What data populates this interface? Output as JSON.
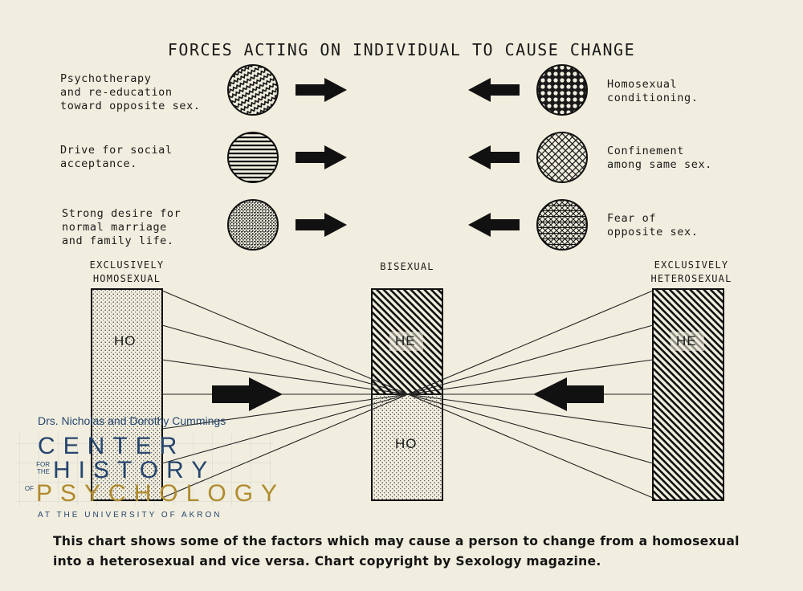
{
  "title": "FORCES ACTING ON INDIVIDUAL TO CAUSE CHANGE",
  "left_forces": [
    {
      "label": "Psychotherapy\nand re-education\ntoward opposite sex.",
      "pattern": "zigzag"
    },
    {
      "label": "Drive for social\nacceptance.",
      "pattern": "horizontal-lines"
    },
    {
      "label": "Strong desire for\nnormal marriage\nand family life.",
      "pattern": "stipple"
    }
  ],
  "right_forces": [
    {
      "label": "Homosexual\nconditioning.",
      "pattern": "circles"
    },
    {
      "label": "Confinement\namong same sex.",
      "pattern": "crosshatch"
    },
    {
      "label": "Fear of\nopposite sex.",
      "pattern": "triangular-mesh"
    }
  ],
  "scale": {
    "left": "EXCLUSIVELY\nHOMOSEXUAL",
    "middle": "BISEXUAL",
    "right": "EXCLUSIVELY\nHETEROSEXUAL"
  },
  "bars": {
    "left_label": "HO",
    "middle_top_label": "HE",
    "middle_bottom_label": "HO",
    "right_label": "HE"
  },
  "caption": "This chart shows some of the factors which may cause a person to change from a homosexual into a heterosexual and vice versa. Chart copyright by Sexology magazine.",
  "watermark": {
    "top": "Drs. Nicholas and Dorothy Cummings",
    "center": "CENTER",
    "for_the": "FOR\nTHE",
    "history": "HISTORY",
    "of": "OF",
    "psychology": "PSYCHOLOGY",
    "bottom": "AT THE UNIVERSITY OF AKRON"
  },
  "colors": {
    "paper": "#f1eedf",
    "ink": "#1a1a1a",
    "watermark_blue": "#26456e",
    "watermark_gold": "#b08a2e"
  }
}
